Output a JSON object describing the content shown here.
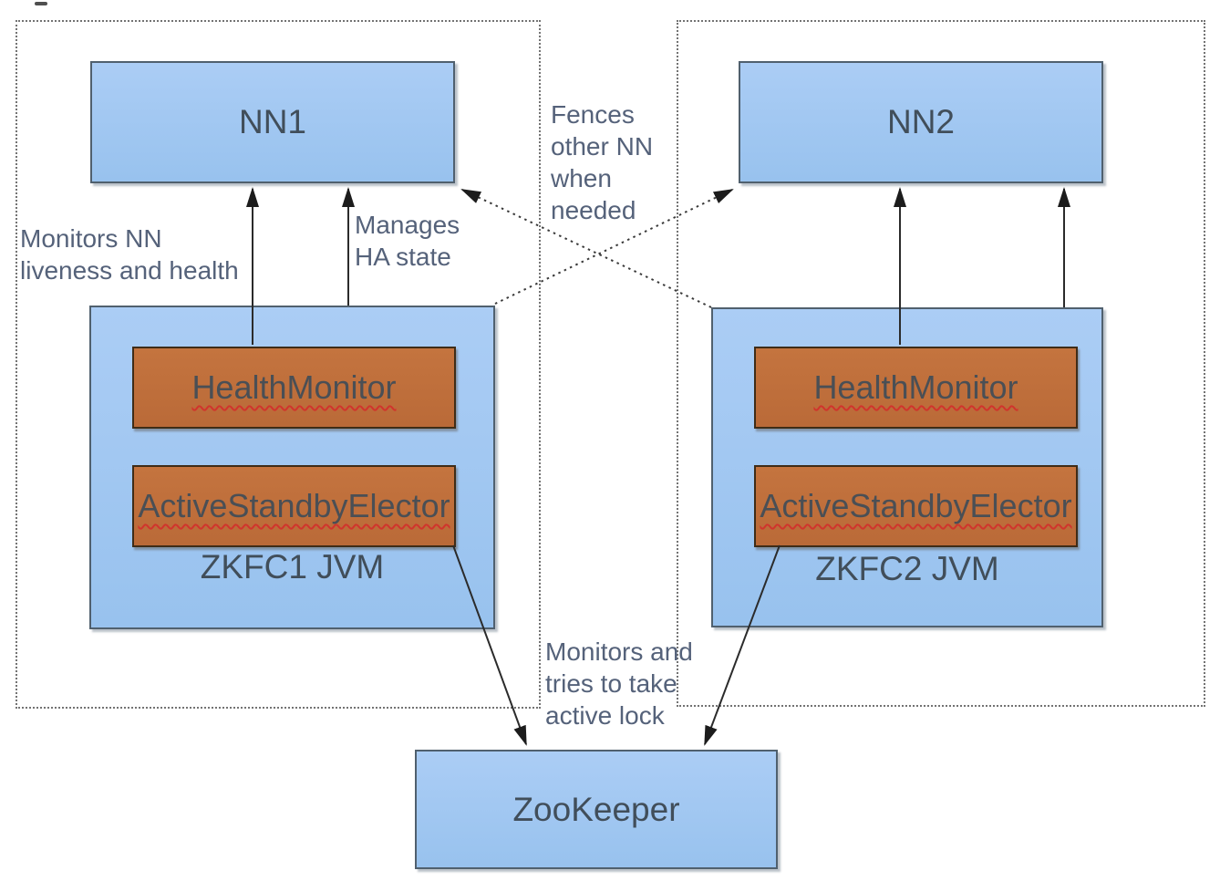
{
  "nodes": {
    "nn1": "NN1",
    "nn2": "NN2",
    "zkfc1": "ZKFC1 JVM",
    "zkfc2": "ZKFC2 JVM",
    "healthmonitor1": "HealthMonitor",
    "healthmonitor2": "HealthMonitor",
    "elector1": "ActiveStandbyElector",
    "elector2": "ActiveStandbyElector",
    "zookeeper": "ZooKeeper"
  },
  "annotations": {
    "fences": "Fences\nother NN\nwhen\nneeded",
    "monitors_nn": "Monitors NN\nliveness and health",
    "manages_ha": "Manages\nHA state",
    "monitors_lock": "Monitors and\ntries to take\nactive lock"
  },
  "colors": {
    "node_fill_top": "#abcdf5",
    "node_fill_bottom": "#98c2ee",
    "node_border": "#50606e",
    "node_text": "#414e5a",
    "component_fill": "#bf6c3a",
    "component_border": "#3f2c17",
    "component_text": "#4a4f55",
    "spellcheck_underline": "#d0342c",
    "annotation_text": "#55627a",
    "arrow": "#2b2b2b",
    "cluster_border": "#737373"
  }
}
